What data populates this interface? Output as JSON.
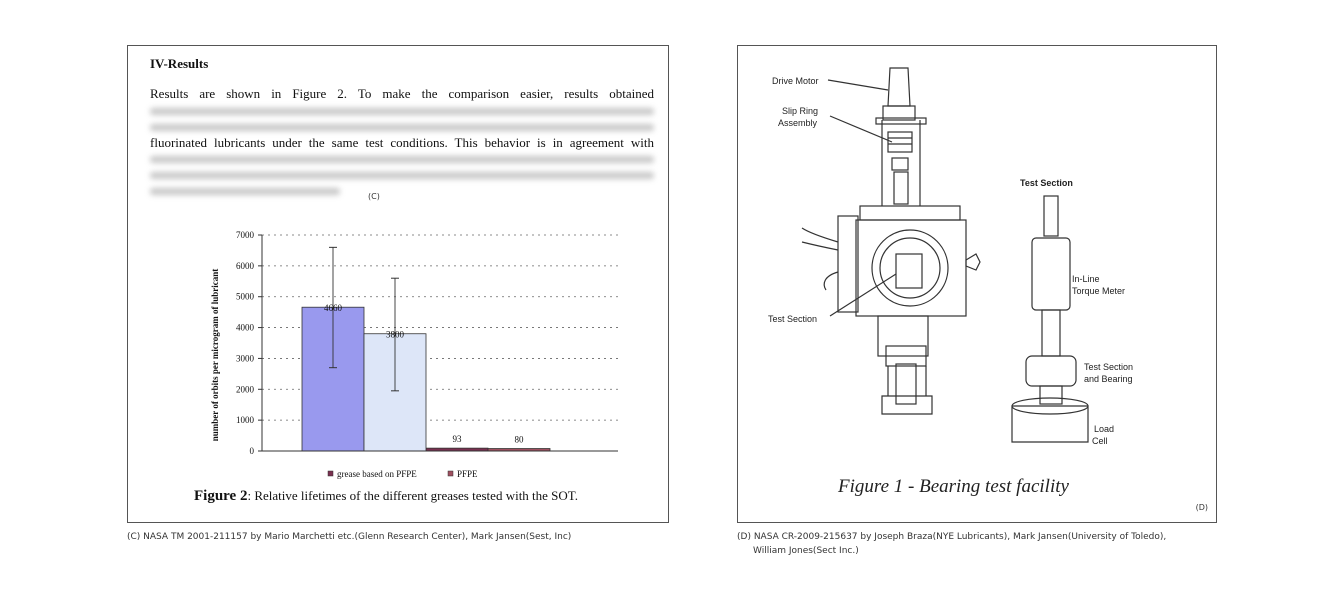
{
  "panel_c": {
    "heading": "IV-Results",
    "line1": "Results are shown in Figure 2. To make the comparison easier, results obtained",
    "line2": "fluorinated lubricants under the same test conditions. This behavior is in agreement with",
    "tag": "(C)",
    "figure_label": "Figure 2",
    "figure_caption": ": Relative lifetimes of the different greases tested with the SOT.",
    "source": "(C) NASA TM 2001-211157 by Mario Marchetti etc.(Glenn Research Center), Mark Jansen(Sest, Inc)"
  },
  "chart_data": {
    "type": "bar",
    "ylabel": "number of orbits per microgram of lubricant",
    "ylim": [
      0,
      7000
    ],
    "yticks": [
      "0",
      "1000",
      "2000",
      "3000",
      "4000",
      "5000",
      "6000",
      "7000"
    ],
    "categories": [
      "grease based on PFPE",
      "PFPE"
    ],
    "series": [
      {
        "name": "grease based on PFPE",
        "values": [
          4660,
          93
        ],
        "error_low": [
          2700,
          null
        ],
        "error_high": [
          6600,
          null
        ],
        "labels": [
          "4660",
          "93"
        ]
      },
      {
        "name": "PFPE",
        "values": [
          3800,
          80
        ],
        "error_low": [
          1950,
          null
        ],
        "error_high": [
          5600,
          null
        ],
        "labels": [
          "3800",
          "80"
        ]
      }
    ],
    "colors": {
      "grease": "#9999ee",
      "pfpe": "#dde6f8",
      "grease_small": "#7a3050",
      "pfpe_small": "#a05060"
    },
    "legend_position": "bottom",
    "grid": true
  },
  "panel_d": {
    "labels": {
      "drive_motor": "Drive Motor",
      "slip_ring_1": "Slip Ring",
      "slip_ring_2": "Assembly",
      "test_section_left": "Test Section",
      "test_section_title": "Test Section",
      "torque_1": "In-Line",
      "torque_2": "Torque Meter",
      "bearing_1": "Test Section",
      "bearing_2": "and Bearing",
      "load_1": "Load",
      "load_2": "Cell"
    },
    "figure_caption": "Figure 1 - Bearing test facility",
    "tag": "(D)",
    "source_line1": "(D) NASA CR-2009-215637 by Joseph Braza(NYE Lubricants), Mark Jansen(University of Toledo),",
    "source_line2": "William Jones(Sect Inc.)"
  }
}
